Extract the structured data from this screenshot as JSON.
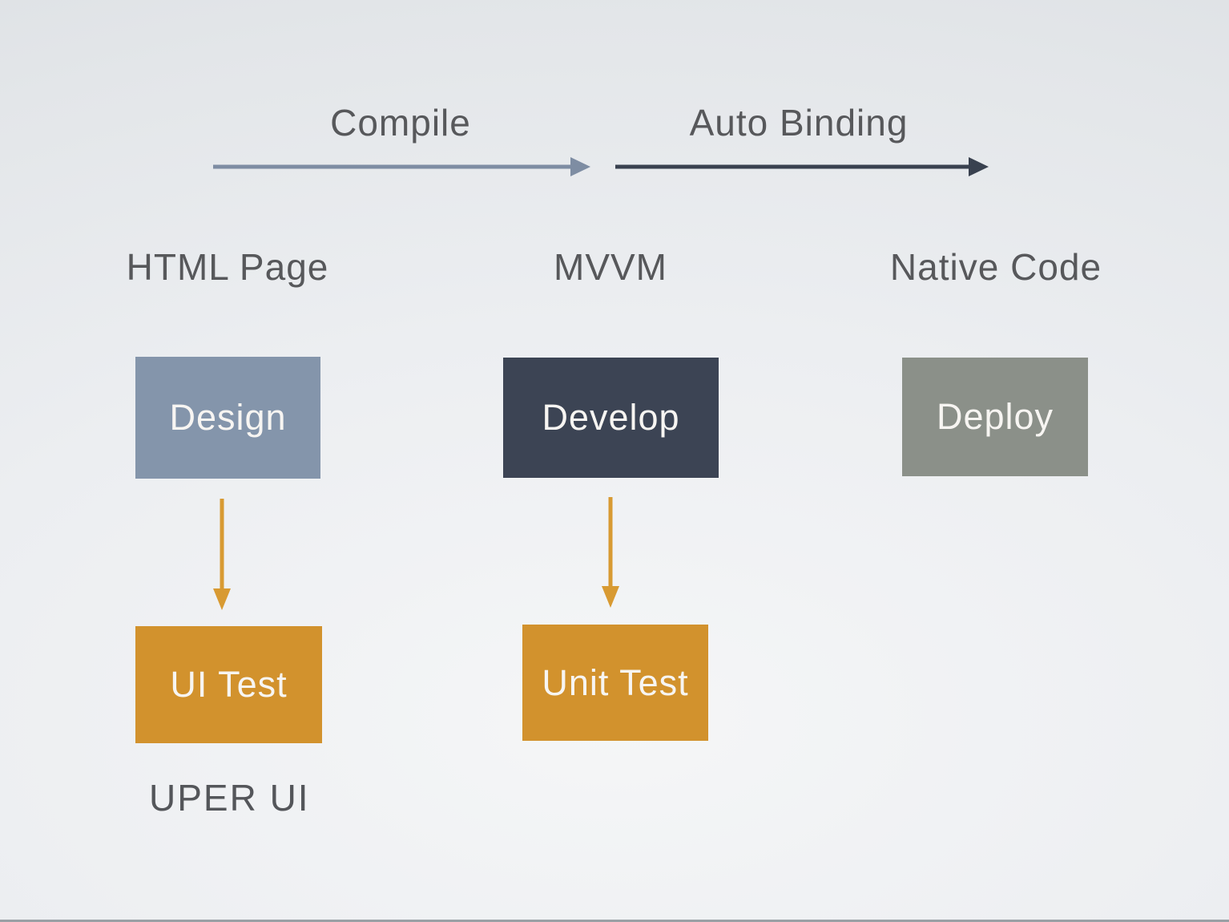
{
  "flow": {
    "compile_label": "Compile",
    "auto_binding_label": "Auto Binding"
  },
  "columns": [
    {
      "label": "HTML Page",
      "box": "Design",
      "test": "UI Test"
    },
    {
      "label": "MVVM",
      "box": "Develop",
      "test": "Unit Test"
    },
    {
      "label": "Native Code",
      "box": "Deploy"
    }
  ],
  "footer": {
    "label": "UPER UI"
  },
  "colors": {
    "background": "#ecEEf1",
    "flow_arrow_light": "#7e8da3",
    "flow_arrow_dark": "#39414f",
    "design_box": "#8495ab",
    "develop_box": "#3c4454",
    "deploy_box": "#8b9089",
    "test_box": "#d2922d",
    "test_arrow": "#d89a32",
    "label_text": "#57585b",
    "box_text": "#f7f5f2"
  }
}
